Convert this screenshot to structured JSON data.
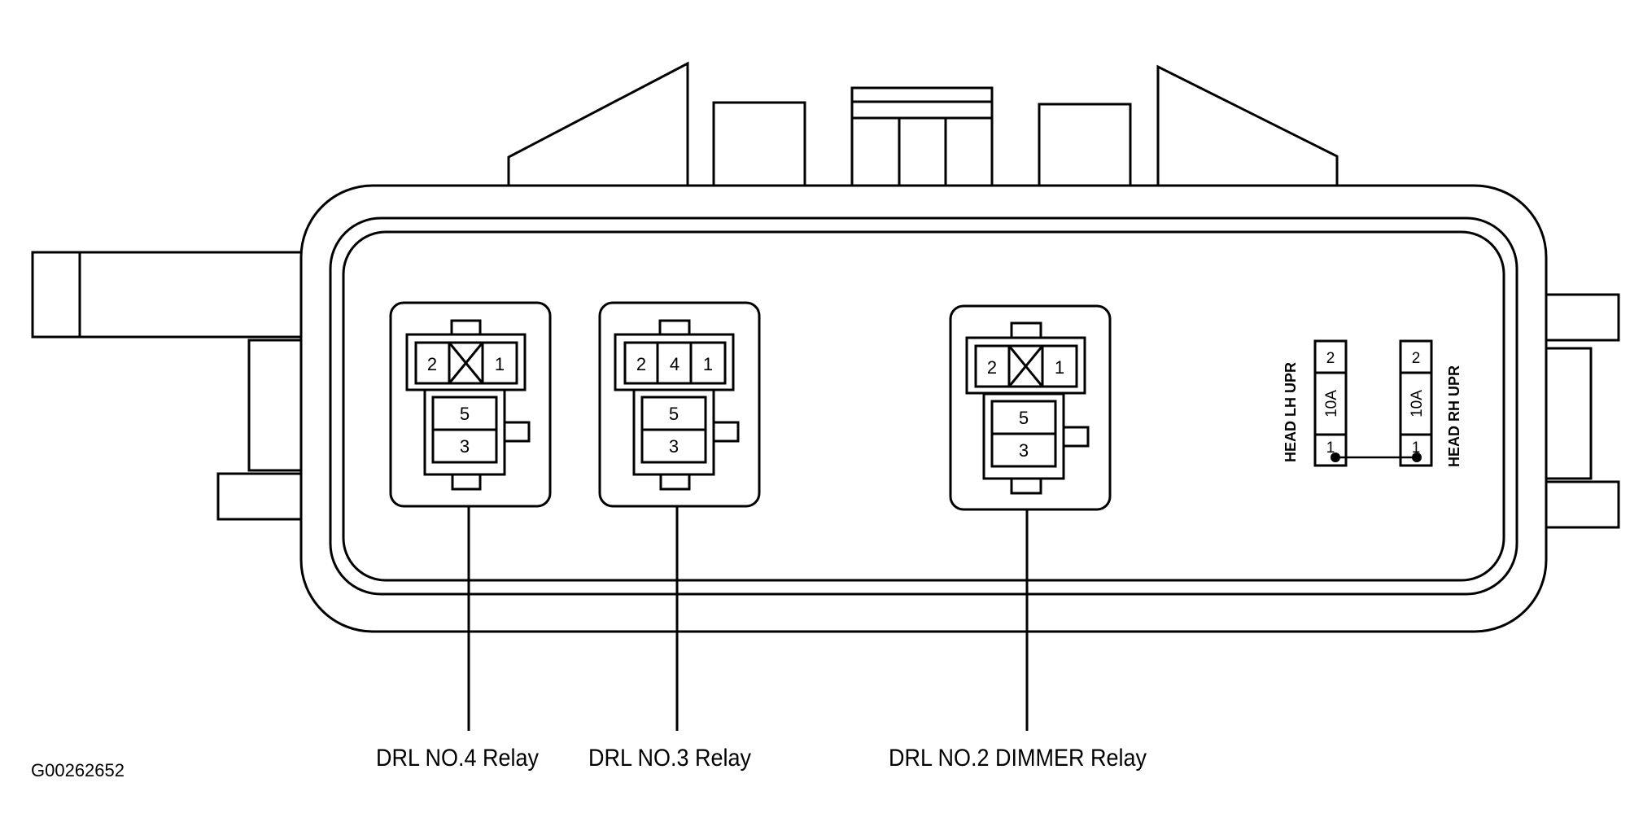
{
  "figure_code": "G00262652",
  "relays": [
    {
      "name": "DRL NO.4 Relay",
      "top_pins": [
        "2",
        "X",
        "1"
      ],
      "bottom_pins": [
        "5",
        "3"
      ]
    },
    {
      "name": "DRL NO.3 Relay",
      "top_pins": [
        "2",
        "4",
        "1"
      ],
      "bottom_pins": [
        "5",
        "3"
      ]
    },
    {
      "name": "DRL NO.2 DIMMER Relay",
      "top_pins": [
        "2",
        "X",
        "1"
      ],
      "bottom_pins": [
        "5",
        "3"
      ]
    }
  ],
  "fuses": [
    {
      "name": "HEAD LH UPR",
      "rating": "10A",
      "top_pin": "2",
      "bottom_pin": "1"
    },
    {
      "name": "HEAD RH UPR",
      "rating": "10A",
      "top_pin": "2",
      "bottom_pin": "1"
    }
  ],
  "colors": {
    "line": "#000000",
    "background": "#ffffff"
  }
}
